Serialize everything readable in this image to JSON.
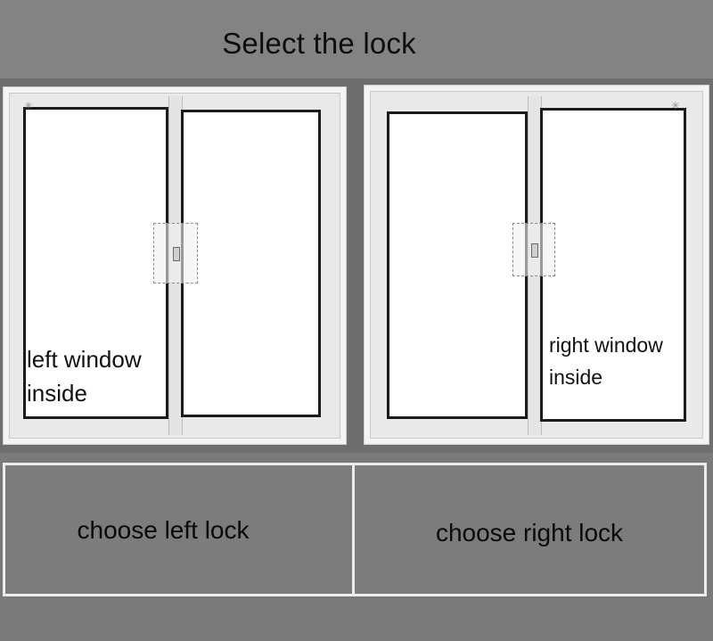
{
  "title": "Select the lock",
  "left_window": {
    "label_line1": "left window",
    "label_line2": "inside"
  },
  "right_window": {
    "label_line1": "right window",
    "label_line2": "inside"
  },
  "buttons": {
    "left": "choose left lock",
    "right": "choose right lock"
  },
  "colors": {
    "background": "#7d7d7d",
    "frame": "#e9e9e9",
    "glass": "#ffffff",
    "button_border": "#ededed"
  }
}
